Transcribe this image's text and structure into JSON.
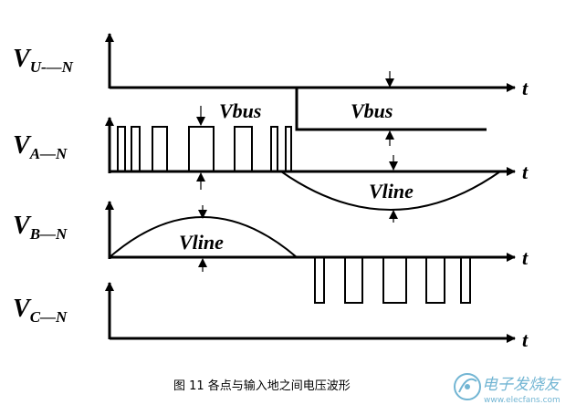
{
  "labels": {
    "vu": {
      "main": "V",
      "sub": "U-—N"
    },
    "va": {
      "main": "V",
      "sub": "A—N"
    },
    "vb": {
      "main": "V",
      "sub": "B—N"
    },
    "vc": {
      "main": "V",
      "sub": "C—N"
    }
  },
  "time_label": "t",
  "annotations": {
    "vbus_upper": "Vbus",
    "vbus_lower": "Vbus",
    "vline_right": "Vline",
    "vline_left": "Vline"
  },
  "caption": "图 11   各点与输入地之间电压波形",
  "watermark": {
    "text": "电子发烧友",
    "sub": "www.elecfans.com"
  },
  "colors": {
    "ink": "#000000",
    "watermark": "#5aa9cc"
  }
}
